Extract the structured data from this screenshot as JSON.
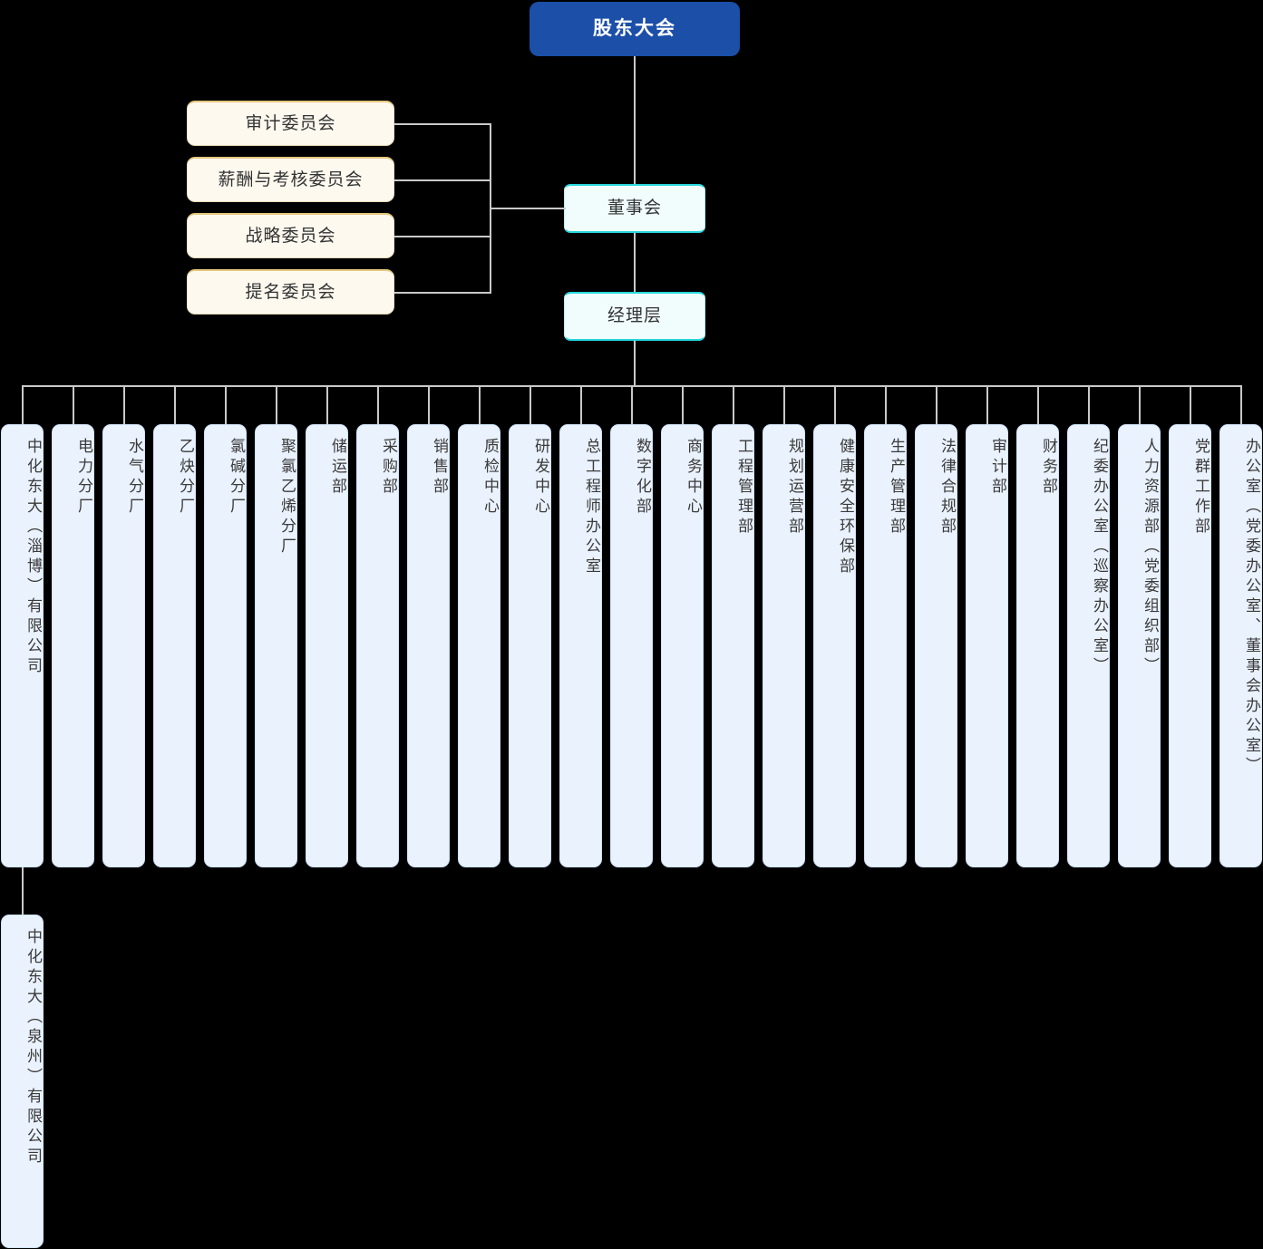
{
  "chart_data": {
    "type": "diagram",
    "title": "组织架构图",
    "orientation": "top-down org chart with vertical-text leaf nodes"
  },
  "root": {
    "label": "股东大会",
    "color": "#1b4fa8",
    "text_color": "#ffffff"
  },
  "spine": {
    "board": {
      "label": "董事会",
      "color": "#f1fdfd",
      "accent": "#27d8dd"
    },
    "management": {
      "label": "经理层",
      "color": "#f1fdfd",
      "accent": "#27d8dd"
    }
  },
  "committees": {
    "color": "#fdf9ef",
    "accent": "#e4c87e",
    "items": [
      {
        "label": "审计委员会"
      },
      {
        "label": "薪酬与考核委员会"
      },
      {
        "label": "战略委员会"
      },
      {
        "label": "提名委员会"
      }
    ]
  },
  "departments": {
    "color": "#eaf2fd",
    "border": "#cfe3fa",
    "items": [
      {
        "label": "中化东大（淄博）有限公司"
      },
      {
        "label": "电力分厂"
      },
      {
        "label": "水气分厂"
      },
      {
        "label": "乙炔分厂"
      },
      {
        "label": "氯碱分厂"
      },
      {
        "label": "聚氯乙烯分厂"
      },
      {
        "label": "储运部"
      },
      {
        "label": "采购部"
      },
      {
        "label": "销售部"
      },
      {
        "label": "质检中心"
      },
      {
        "label": "研发中心"
      },
      {
        "label": "总工程师办公室"
      },
      {
        "label": "数字化部"
      },
      {
        "label": "商务中心"
      },
      {
        "label": "工程管理部"
      },
      {
        "label": "规划运营部"
      },
      {
        "label": "健康安全环保部"
      },
      {
        "label": "生产管理部"
      },
      {
        "label": "法律合规部"
      },
      {
        "label": "审计部"
      },
      {
        "label": "财务部"
      },
      {
        "label": "纪委办公室（巡察办公室）"
      },
      {
        "label": "人力资源部（党委组织部）"
      },
      {
        "label": "党群工作部"
      },
      {
        "label": "办公室（党委办公室、董事会办公室）"
      }
    ]
  },
  "subsidiary": {
    "label": "中化东大（泉州）有限公司",
    "color": "#eaf2fd"
  }
}
